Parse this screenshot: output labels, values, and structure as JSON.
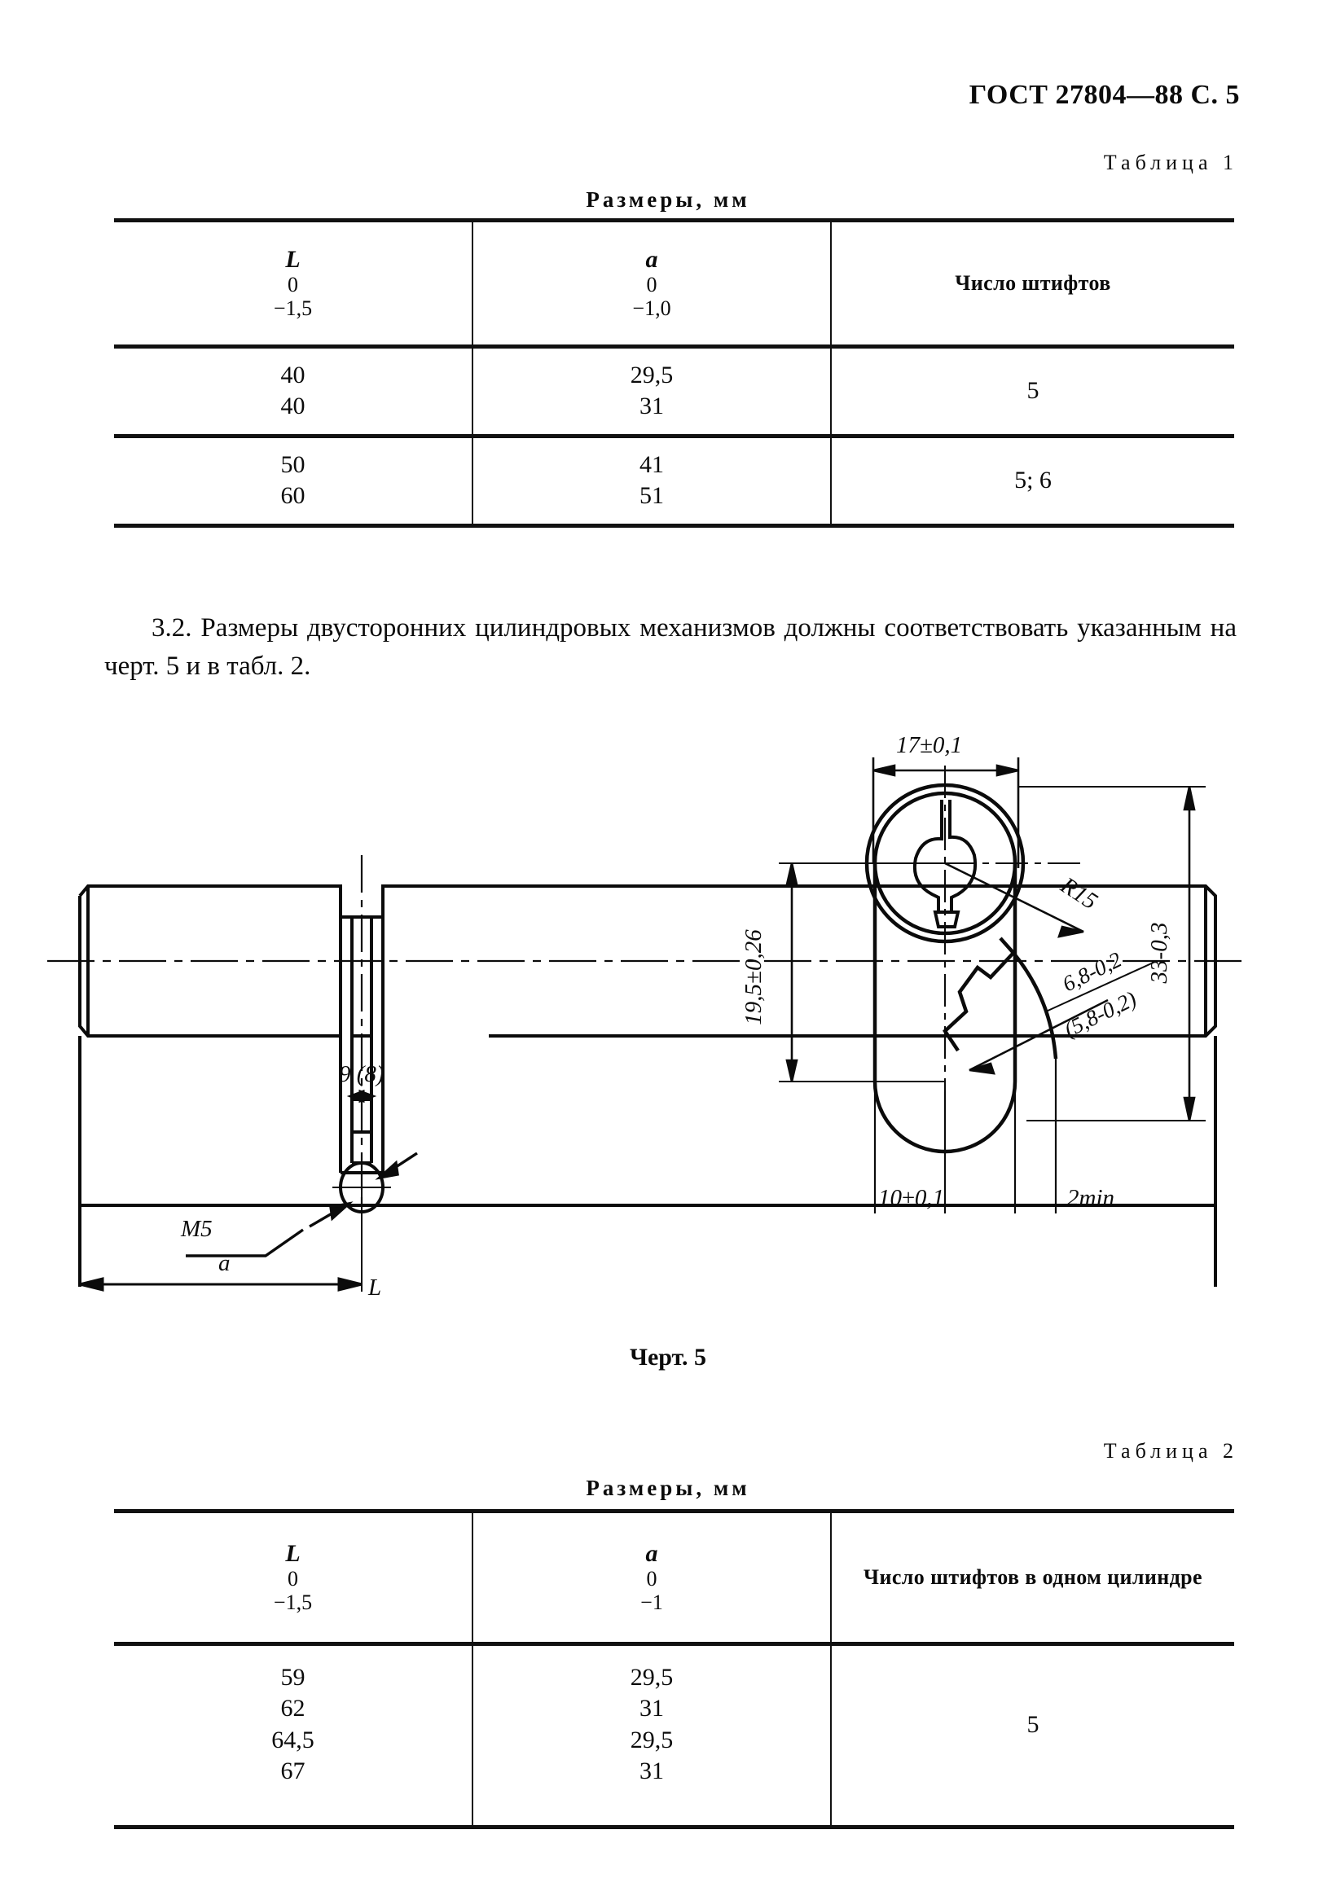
{
  "header": {
    "standard": "ГОСТ 27804—88 С. 5"
  },
  "table1": {
    "caption": "Таблица 1",
    "units_title": "Размеры, мм",
    "columns": [
      {
        "symbol": "L",
        "upper": "0",
        "lower": "−1,5"
      },
      {
        "symbol": "a",
        "upper": "0",
        "lower": "−1,0"
      },
      {
        "text": "Число штифтов"
      }
    ],
    "rows": [
      {
        "L": [
          "40",
          "40"
        ],
        "a": [
          "29,5",
          "31"
        ],
        "pins": "5"
      },
      {
        "L": [
          "50",
          "60"
        ],
        "a": [
          "41",
          "51"
        ],
        "pins": "5; 6"
      }
    ]
  },
  "paragraph": {
    "number": "3.2.",
    "text": "3.2. Размеры двусторонних цилиндровых  механизмов должны соответствовать указанным на черт. 5 и в табл. 2."
  },
  "figure": {
    "caption": "Черт. 5",
    "labels": {
      "slot_width": "9 (8)",
      "thread": "M5",
      "dim_a": "a",
      "dim_L": "L",
      "width_17": "17±0,1",
      "height_19_5": "19,5±0,26",
      "height_33": "33-0,3",
      "radius": "R15",
      "cam_6_8": "6,8-0,2",
      "cam_5_8": "(5,8-0,2)",
      "bottom_10": "10±0,1",
      "bottom_2min": "2min"
    }
  },
  "table2": {
    "caption": "Таблица 2",
    "units_title": "Размеры, мм",
    "columns": [
      {
        "symbol": "L",
        "upper": "0",
        "lower": "−1,5"
      },
      {
        "symbol": "a",
        "upper": "0",
        "lower": "−1"
      },
      {
        "text": "Число штифтов в одном цилиндре"
      }
    ],
    "rows": [
      {
        "L": [
          "59",
          "62",
          "64,5",
          "67"
        ],
        "a": [
          "29,5",
          "31",
          "29,5",
          "31"
        ],
        "pins": "5"
      }
    ]
  }
}
